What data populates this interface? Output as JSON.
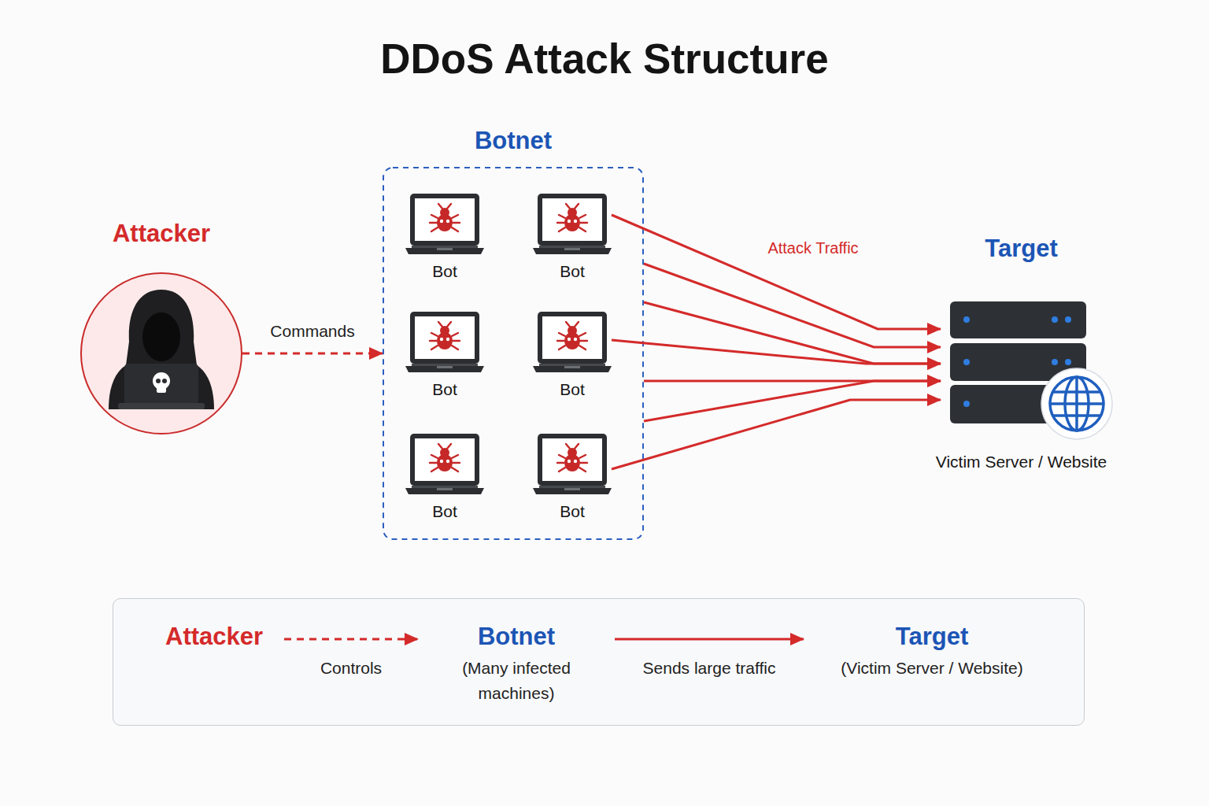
{
  "diagram": {
    "title": "DDoS Attack Structure",
    "nodes": [
      {
        "text": [
          "Attacker"
        ]
      },
      {
        "text": [
          "Botnet"
        ]
      },
      {
        "text": [
          "Bot"
        ],
        "in": 1
      },
      {
        "text": [
          "Bot"
        ],
        "in": 1
      },
      {
        "text": [
          "Bot"
        ],
        "in": 1
      },
      {
        "text": [
          "Bot"
        ],
        "in": 1
      },
      {
        "text": [
          "Bot"
        ],
        "in": 1
      },
      {
        "text": [
          "Bot"
        ],
        "in": 1
      },
      {
        "text": [
          "Target",
          "Victim Server / Website"
        ]
      },
      {
        "text": []
      },
      {
        "text": [
          "Attacker"
        ],
        "in": 9
      },
      {
        "text": [
          "Botnet",
          "(Many infected machines)"
        ],
        "in": 9
      },
      {
        "text": [
          "Target",
          "(Victim Server / Website)"
        ],
        "in": 9
      }
    ],
    "edges": [
      {
        "from": 0,
        "to": 1,
        "label": "Commands",
        "arrow": "to"
      },
      {
        "from": 3,
        "to": 8,
        "arrow": "to"
      },
      {
        "from": 5,
        "to": 8,
        "arrow": "to"
      },
      {
        "from": 7,
        "to": 8,
        "arrow": "to"
      },
      {
        "from": 1,
        "to": 8,
        "arrow": "to"
      },
      {
        "from": 10,
        "to": 11,
        "label": "Controls",
        "arrow": "to"
      },
      {
        "from": 11,
        "to": 12,
        "label": "Sends large traffic",
        "arrow": "to"
      }
    ],
    "labels": [
      "Attack Traffic"
    ]
  }
}
